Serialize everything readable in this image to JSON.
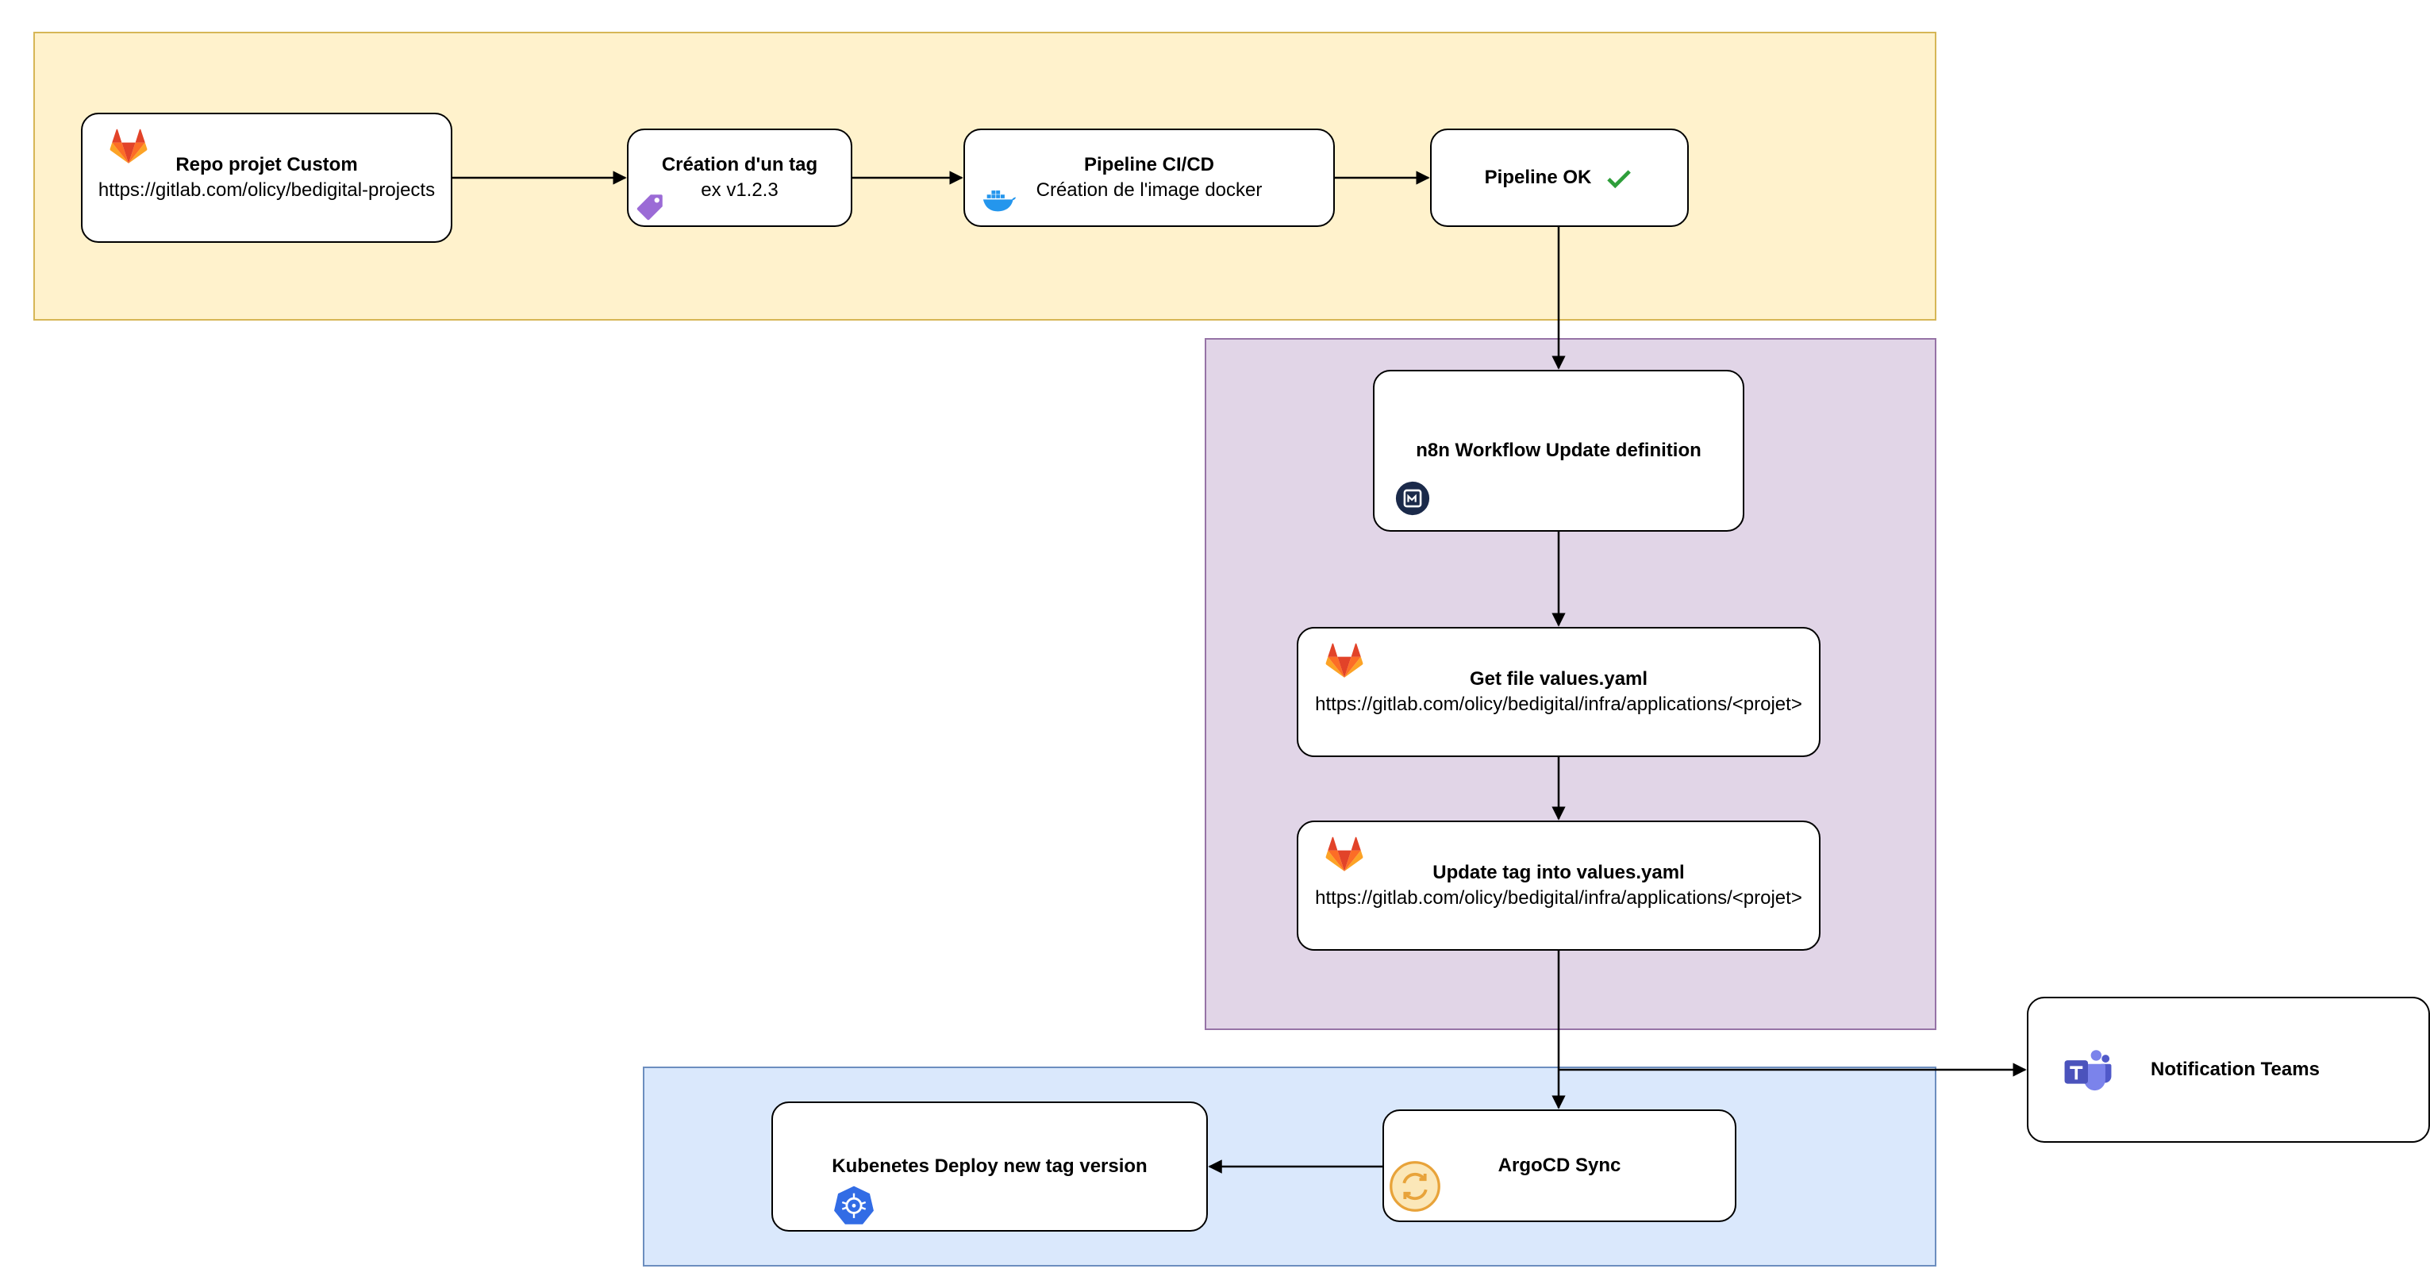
{
  "nodes": {
    "repo": {
      "title": "Repo projet Custom",
      "subtitle": "https://gitlab.com/olicy/bedigital-projects",
      "icon": "gitlab-icon"
    },
    "tag": {
      "title": "Création d'un tag",
      "subtitle": "ex v1.2.3",
      "icon": "tag-icon"
    },
    "pipeline": {
      "title": "Pipeline CI/CD",
      "subtitle": "Création de l'image docker",
      "icon": "docker-icon"
    },
    "pipeline_ok": {
      "title": "Pipeline OK",
      "icon": "check-icon"
    },
    "n8n": {
      "title": "n8n Workflow Update definition",
      "icon": "n8n-icon"
    },
    "get_file": {
      "title": "Get file values.yaml",
      "subtitle": "https://gitlab.com/olicy/bedigital/infra/applications/<projet>",
      "icon": "gitlab-icon"
    },
    "update_tag": {
      "title": "Update tag into values.yaml",
      "subtitle": "https://gitlab.com/olicy/bedigital/infra/applications/<projet>",
      "icon": "gitlab-icon"
    },
    "argocd": {
      "title": "ArgoCD Sync",
      "icon": "argocd-icon"
    },
    "kube": {
      "title": "Kubenetes Deploy new tag version",
      "icon": "kubernetes-icon"
    },
    "teams": {
      "title": "Notification Teams",
      "icon": "teams-icon"
    }
  },
  "colors": {
    "zone_ci_fill": "#fff2cc",
    "zone_ci_border": "#d6b656",
    "zone_n8n_fill": "#e1d5e7",
    "zone_n8n_border": "#9673a6",
    "zone_k8s_fill": "#dae8fc",
    "zone_k8s_border": "#6c8ebf",
    "gitlab": "#e24329",
    "docker": "#2496ed",
    "check": "#2e9e3a",
    "tag": "#9b6bd6",
    "n8n": "#1b2a4a",
    "argocd": "#e8a33a",
    "kubernetes": "#326ce5",
    "teams": "#5059c9"
  }
}
